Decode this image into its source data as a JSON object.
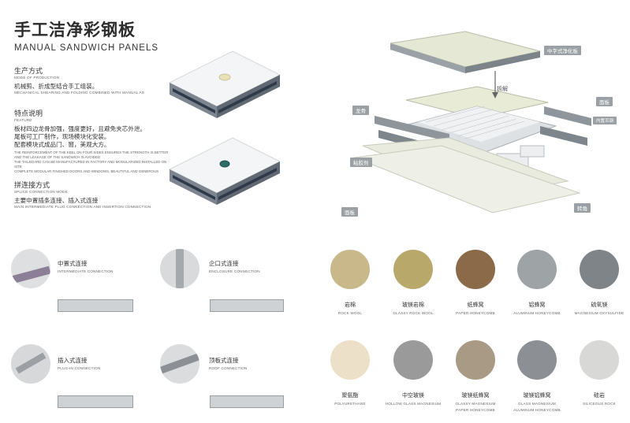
{
  "title_cn": "手工洁净彩钢板",
  "title_en": "MANUAL SANDWICH PANELS",
  "production": {
    "heading": "生产方式",
    "heading_en": "MODE OF PRODUCTION",
    "text": "机械剪、折成型结合手工组装。",
    "text_en": "MECHANICAL SHEARING AND FOLDING COMBINED WITH MANUAL AS"
  },
  "features": {
    "heading": "特点说明",
    "heading_en": "FEATURE",
    "lines": [
      "板材四边龙骨加强，强度更好，且避免夹芯外泄。",
      "尾板可工厂制作，现场模块化安装。",
      "配套模块式成品门、窗，美观大方。"
    ],
    "lines_en": [
      "THE REINFORCEMENT OF THE KEEL ON FOUR SIDES ENSURES THE STRENGTH IS BETTER AND THE LEAKAGE OF THE SANDWICH IS AVOIDED",
      "THE TAILBOARD CAN BE MANUFACTURED IN FACTORY AND MODULARIZED INSTALLED ON SITE",
      "COMPLETE MODULAR FINISHED DOORS AND WINDOWS, BEAUTIFUL AND GENEROUS"
    ]
  },
  "splice": {
    "heading": "拼连接方式",
    "heading_en": "SPLICE CONNECTION MODE",
    "text": "主要中置插条连接、插入式连接",
    "text_en": "MAIN INTERMEDIATE PLUG CONNECTION AND INSERTION CONNECTION"
  },
  "diagram_tags": {
    "top_panel": "中字式净化板",
    "disassembly": "拆解",
    "keel": "龙骨",
    "face_panel_right": "面板",
    "built_in_keel": "内置吊钢",
    "adhesive": "粘胶剂",
    "face_panel_bottom": "面板",
    "corner": "转角"
  },
  "connections": [
    {
      "cn": "中置式连接",
      "en": "INTERMEDIATE CONNECTION"
    },
    {
      "cn": "企口式连接",
      "en": "ENCLOSURE CONNECTION"
    },
    {
      "cn": "插入式连接",
      "en": "PLUG-IN CONNECTION"
    },
    {
      "cn": "顶板式连接",
      "en": "ROOF CONNECTION"
    }
  ],
  "materials": [
    {
      "cn": "岩棉",
      "en": "ROCK WOOL",
      "color": "#c8b88a"
    },
    {
      "cn": "玻镁岩棉",
      "en": "GLASSY ROCK WOOL",
      "color": "#b8a86a"
    },
    {
      "cn": "纸蜂窝",
      "en": "PAPER HONEYCOMB",
      "color": "#8a6a48"
    },
    {
      "cn": "铝蜂窝",
      "en": "ALUMINUM HONEYCOMB",
      "color": "#9ea3a6"
    },
    {
      "cn": "硫氧镁",
      "en": "MAGNESIUM OXYSULFIDE",
      "color": "#7e8488"
    },
    {
      "cn": "聚氨酯",
      "en": "POLYURETHANE",
      "color": "#ece0c8"
    },
    {
      "cn": "中空玻镁",
      "en": "HOLLOW GLASS MAGNESIUM",
      "color": "#9a9a9a"
    },
    {
      "cn": "玻镁纸蜂窝",
      "en": "GLASSY MAGNESIUM",
      "en2": "PAPER HONEYCOMB",
      "color": "#a89a84"
    },
    {
      "cn": "玻镁铝蜂窝",
      "en": "GLASS MAGNESIUM",
      "en2": "ALUMINUM HONEYCOMB",
      "color": "#8c9094"
    },
    {
      "cn": "硅岩",
      "en": "SILICEOUS ROCK",
      "color": "#d8d8d6"
    }
  ]
}
